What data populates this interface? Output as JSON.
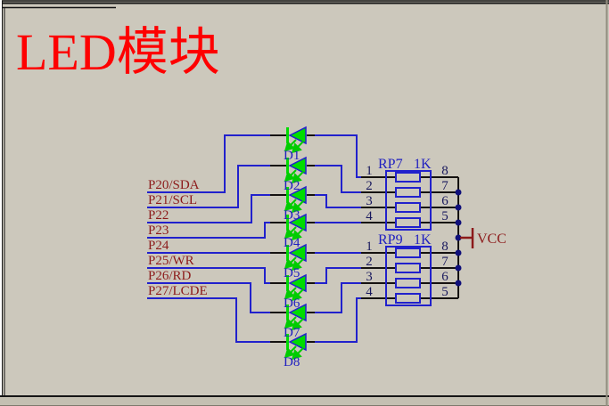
{
  "title": "LED模块",
  "schematic": {
    "nets": [
      "P20/SDA",
      "P21/SCL",
      "P22",
      "P23",
      "P24",
      "P25/WR",
      "P26/RD",
      "P27/LCDE"
    ],
    "leds": [
      "D1",
      "D2",
      "D3",
      "D4",
      "D5",
      "D6",
      "D7",
      "D8"
    ],
    "packs": [
      {
        "ref": "RP7",
        "value": "1K",
        "left": [
          "1",
          "2",
          "3",
          "4"
        ],
        "right": [
          "8",
          "7",
          "6",
          "5"
        ]
      },
      {
        "ref": "RP9",
        "value": "1K",
        "left": [
          "1",
          "2",
          "3",
          "4"
        ],
        "right": [
          "8",
          "7",
          "6",
          "5"
        ]
      }
    ],
    "power": "VCC"
  },
  "colors": {
    "background": "#ccc8bc",
    "below_sheet": "#c4c0b2",
    "title_red": "#fe0000",
    "wire_blue": "#2121cc",
    "led_green": "#00dc00",
    "net_label_maroon": "#8c1a1a",
    "pin_number_navy": "#17175c",
    "junction_dot_navy": "#10107a"
  }
}
